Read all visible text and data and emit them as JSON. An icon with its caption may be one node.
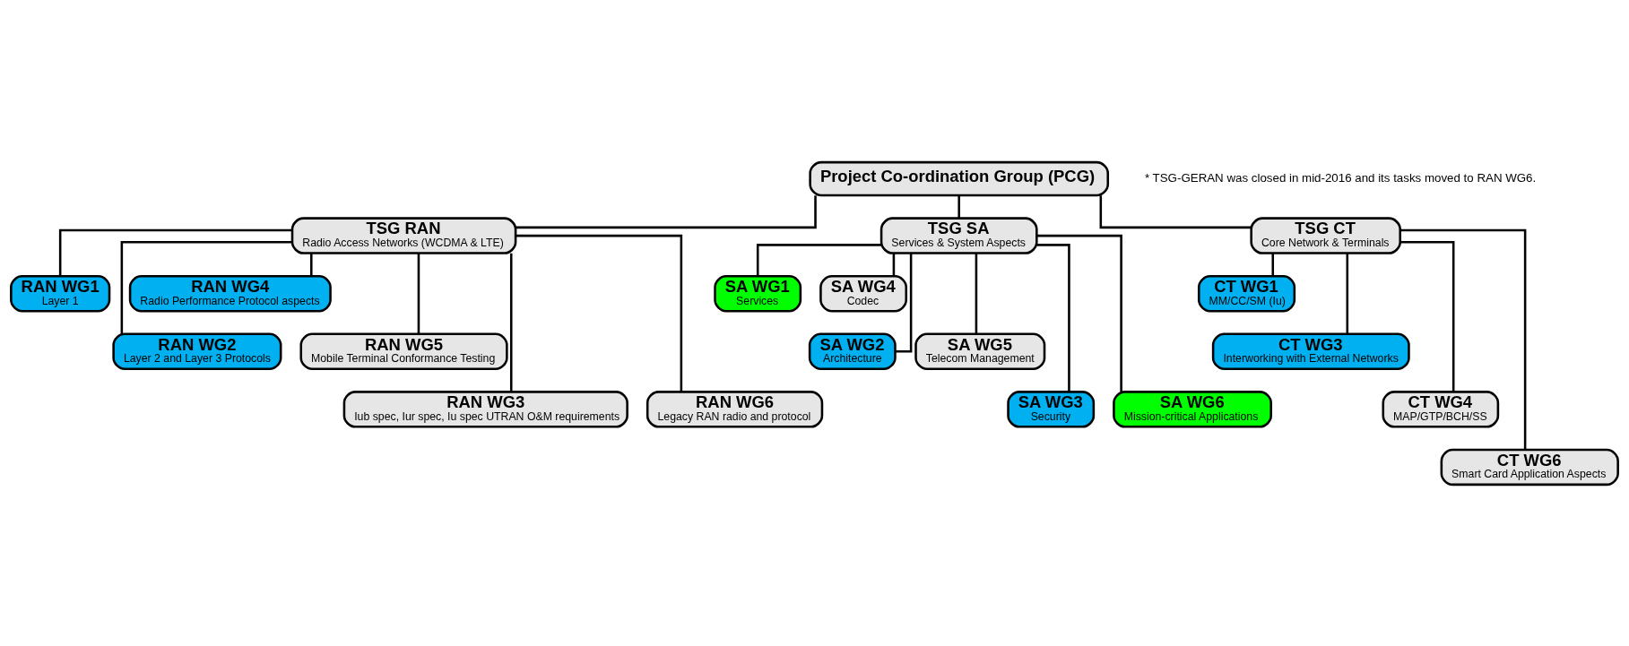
{
  "diagram": {
    "nodes": [
      {
        "text": [
          "Project Co-ordination Group (PCG)"
        ]
      },
      {
        "text": [
          "TSG RAN",
          "Radio Access Networks (WCDMA & LTE)"
        ]
      },
      {
        "text": [
          "TSG SA",
          "Services & System Aspects"
        ]
      },
      {
        "text": [
          "TSG CT",
          "Core Network & Terminals"
        ]
      },
      {
        "text": [
          "RAN WG1",
          "Layer 1"
        ]
      },
      {
        "text": [
          "RAN WG4",
          "Radio Performance Protocol aspects"
        ]
      },
      {
        "text": [
          "RAN WG2",
          "Layer 2 and Layer 3 Protocols"
        ]
      },
      {
        "text": [
          "RAN WG5",
          "Mobile Terminal Conformance Testing"
        ]
      },
      {
        "text": [
          "RAN WG3",
          "Iub spec, Iur spec, Iu spec UTRAN O&M requirements"
        ]
      },
      {
        "text": [
          "RAN WG6",
          "Legacy RAN radio and protocol"
        ]
      },
      {
        "text": [
          "SA WG1",
          "Services"
        ]
      },
      {
        "text": [
          "SA WG4",
          "Codec"
        ]
      },
      {
        "text": [
          "SA WG2",
          "Architecture"
        ]
      },
      {
        "text": [
          "SA WG5",
          "Telecom Management"
        ]
      },
      {
        "text": [
          "SA WG3",
          "Security"
        ]
      },
      {
        "text": [
          "SA WG6",
          "Mission-critical Applications"
        ]
      },
      {
        "text": [
          "CT WG1",
          "MM/CC/SM (Iu)"
        ]
      },
      {
        "text": [
          "CT WG3",
          "Interworking with External Networks"
        ]
      },
      {
        "text": [
          "CT WG4",
          "MAP/GTP/BCH/SS"
        ]
      },
      {
        "text": [
          "CT WG6",
          "Smart Card Application Aspects"
        ]
      }
    ],
    "edges": [
      {
        "from": 0,
        "to": 1,
        "arrow": "none"
      },
      {
        "from": 0,
        "to": 2,
        "arrow": "none"
      },
      {
        "from": 0,
        "to": 3,
        "arrow": "none"
      },
      {
        "from": 1,
        "to": 4,
        "arrow": "none"
      },
      {
        "from": 1,
        "to": 5,
        "arrow": "none"
      },
      {
        "from": 1,
        "to": 6,
        "arrow": "none"
      },
      {
        "from": 1,
        "to": 7,
        "arrow": "none"
      },
      {
        "from": 1,
        "to": 8,
        "arrow": "none"
      },
      {
        "from": 1,
        "to": 9,
        "arrow": "none"
      },
      {
        "from": 2,
        "to": 10,
        "arrow": "none"
      },
      {
        "from": 2,
        "to": 11,
        "arrow": "none"
      },
      {
        "from": 2,
        "to": 12,
        "arrow": "none"
      },
      {
        "from": 2,
        "to": 13,
        "arrow": "none"
      },
      {
        "from": 2,
        "to": 14,
        "arrow": "none"
      },
      {
        "from": 2,
        "to": 15,
        "arrow": "none"
      },
      {
        "from": 3,
        "to": 16,
        "arrow": "none"
      },
      {
        "from": 3,
        "to": 17,
        "arrow": "none"
      },
      {
        "from": 3,
        "to": 18,
        "arrow": "none"
      },
      {
        "from": 3,
        "to": 19,
        "arrow": "none"
      }
    ],
    "labels": [
      "* TSG-GERAN was closed in mid-2016 and its tasks moved to RAN WG6."
    ]
  }
}
